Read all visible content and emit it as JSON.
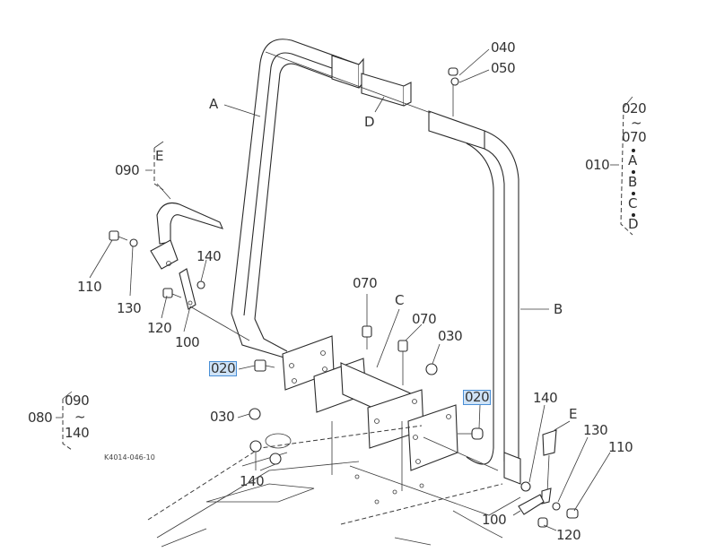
{
  "diagram": {
    "figure_code": "K4014-046-10",
    "highlight_color": "#cfe3f7",
    "highlight_border": "#4a8fd6",
    "assemblies": [
      {
        "id": "010",
        "range_start": "020",
        "range_end": "070",
        "members": [
          "A",
          "B",
          "C",
          "D"
        ]
      },
      {
        "id": "080",
        "range_start": "090",
        "range_end": "140"
      },
      {
        "id": "090",
        "members": [
          "E"
        ]
      }
    ],
    "callouts": {
      "p040": "040",
      "p050": "050",
      "pA": "A",
      "pB": "B",
      "pC": "C",
      "pD": "D",
      "pE_left": "E",
      "pE_right": "E",
      "p090": "090",
      "p110_left": "110",
      "p130_left": "130",
      "p140_left": "140",
      "p120_left": "120",
      "p100_left": "100",
      "p070_a": "070",
      "p070_b": "070",
      "p030_right": "030",
      "p020_left": "020",
      "p020_right": "020",
      "p030_left": "030",
      "p140_bottom": "140",
      "p140_right": "140",
      "p130_right": "130",
      "p110_right": "110",
      "p100_right": "100",
      "p120_right": "120"
    },
    "group010": {
      "id": "010",
      "start": "020",
      "tilde": "~",
      "end": "070",
      "m1": "A",
      "m2": "B",
      "m3": "C",
      "m4": "D"
    },
    "group080": {
      "id": "080",
      "start": "090",
      "tilde": "~",
      "end": "140"
    }
  }
}
